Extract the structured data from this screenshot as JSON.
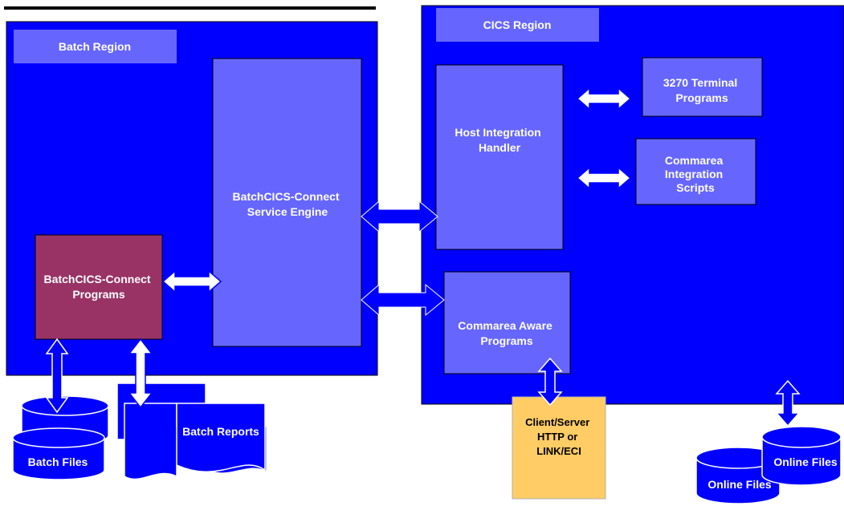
{
  "regions": {
    "batch_label": "Batch Region",
    "cics_label": "CICS Region"
  },
  "boxes": {
    "engine": [
      "BatchCICS-Connect",
      "Service Engine"
    ],
    "batch_programs": [
      "BatchCICS-Connect",
      "Programs"
    ],
    "handler": [
      "Host Integration",
      "Handler"
    ],
    "terminal": [
      "3270 Terminal",
      "Programs"
    ],
    "scripts": [
      "Commarea",
      "Integration",
      "Scripts"
    ],
    "aware": [
      "Commarea Aware",
      "Programs"
    ],
    "client": [
      "Client/Server",
      "HTTP or",
      "LINK/ECI"
    ]
  },
  "storage": {
    "batch_files": "Batch Files",
    "batch_reports": "Batch Reports",
    "online_files_back": "Online Files",
    "online_files_front": "Online Files"
  },
  "colors": {
    "region_fill": "#0000ff",
    "box_fill": "#6666ff",
    "programs_fill": "#993366",
    "client_fill": "#ffcc66",
    "arrow_fill": "#0000ff",
    "hollow_arrow_fill": "#ffffff"
  }
}
